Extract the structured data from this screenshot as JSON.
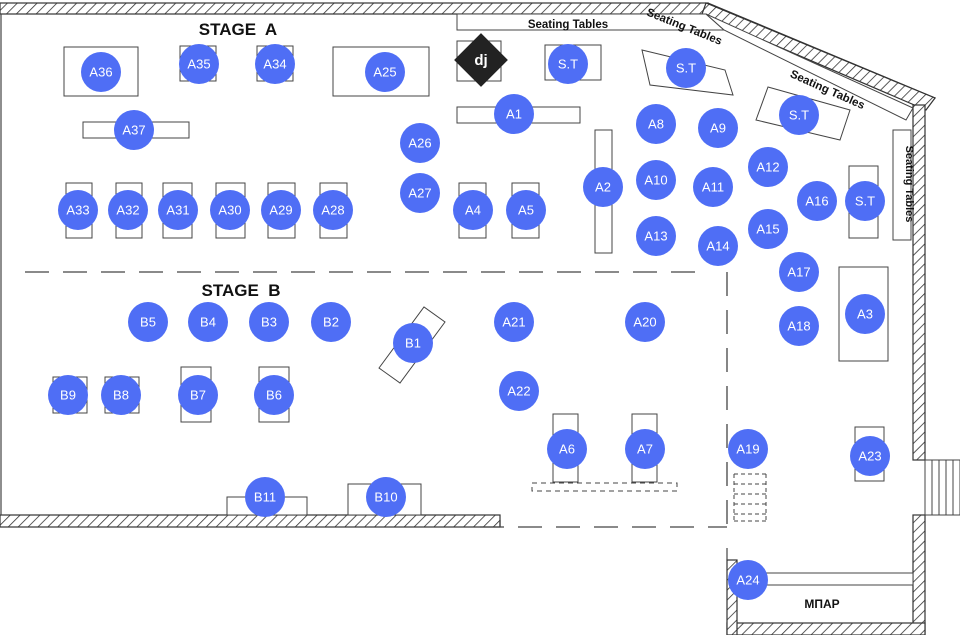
{
  "labels": {
    "stage_a": "STAGE  A",
    "stage_b": "STAGE  B",
    "dj": "dj",
    "seating_top": "Seating Tables",
    "seating_diag1": "Seating Tables",
    "seating_diag2": "Seating Tables",
    "seating_right": "Seating Tables",
    "bar": "МПАР"
  },
  "seats": [
    {
      "id": "A36",
      "label": "A36"
    },
    {
      "id": "A35",
      "label": "A35"
    },
    {
      "id": "A34",
      "label": "A34"
    },
    {
      "id": "A25",
      "label": "A25"
    },
    {
      "id": "ST1",
      "label": "S.T"
    },
    {
      "id": "ST2",
      "label": "S.T"
    },
    {
      "id": "ST3",
      "label": "S.T"
    },
    {
      "id": "ST4",
      "label": "S.T"
    },
    {
      "id": "A1",
      "label": "A1"
    },
    {
      "id": "A37",
      "label": "A37"
    },
    {
      "id": "A26",
      "label": "A26"
    },
    {
      "id": "A8",
      "label": "A8"
    },
    {
      "id": "A9",
      "label": "A9"
    },
    {
      "id": "A12",
      "label": "A12"
    },
    {
      "id": "A2",
      "label": "A2"
    },
    {
      "id": "A10",
      "label": "A10"
    },
    {
      "id": "A11",
      "label": "A11"
    },
    {
      "id": "A27",
      "label": "A27"
    },
    {
      "id": "A16",
      "label": "A16"
    },
    {
      "id": "A33",
      "label": "A33"
    },
    {
      "id": "A32",
      "label": "A32"
    },
    {
      "id": "A31",
      "label": "A31"
    },
    {
      "id": "A30",
      "label": "A30"
    },
    {
      "id": "A29",
      "label": "A29"
    },
    {
      "id": "A28",
      "label": "A28"
    },
    {
      "id": "A4",
      "label": "A4"
    },
    {
      "id": "A5",
      "label": "A5"
    },
    {
      "id": "A13",
      "label": "A13"
    },
    {
      "id": "A14",
      "label": "A14"
    },
    {
      "id": "A15",
      "label": "A15"
    },
    {
      "id": "A17",
      "label": "A17"
    },
    {
      "id": "A3",
      "label": "A3"
    },
    {
      "id": "B5",
      "label": "B5"
    },
    {
      "id": "B4",
      "label": "B4"
    },
    {
      "id": "B3",
      "label": "B3"
    },
    {
      "id": "B2",
      "label": "B2"
    },
    {
      "id": "A21",
      "label": "A21"
    },
    {
      "id": "A20",
      "label": "A20"
    },
    {
      "id": "A18",
      "label": "A18"
    },
    {
      "id": "B1",
      "label": "B1"
    },
    {
      "id": "B9",
      "label": "B9"
    },
    {
      "id": "B8",
      "label": "B8"
    },
    {
      "id": "B7",
      "label": "B7"
    },
    {
      "id": "B6",
      "label": "B6"
    },
    {
      "id": "A22",
      "label": "A22"
    },
    {
      "id": "A6",
      "label": "A6"
    },
    {
      "id": "A7",
      "label": "A7"
    },
    {
      "id": "A19",
      "label": "A19"
    },
    {
      "id": "A23",
      "label": "A23"
    },
    {
      "id": "B11",
      "label": "B11"
    },
    {
      "id": "B10",
      "label": "B10"
    },
    {
      "id": "A24",
      "label": "A24"
    }
  ],
  "colors": {
    "seat": "#4f6ef5",
    "seat_text": "#ffffff",
    "wall": "#333333",
    "dj": "#222222"
  }
}
